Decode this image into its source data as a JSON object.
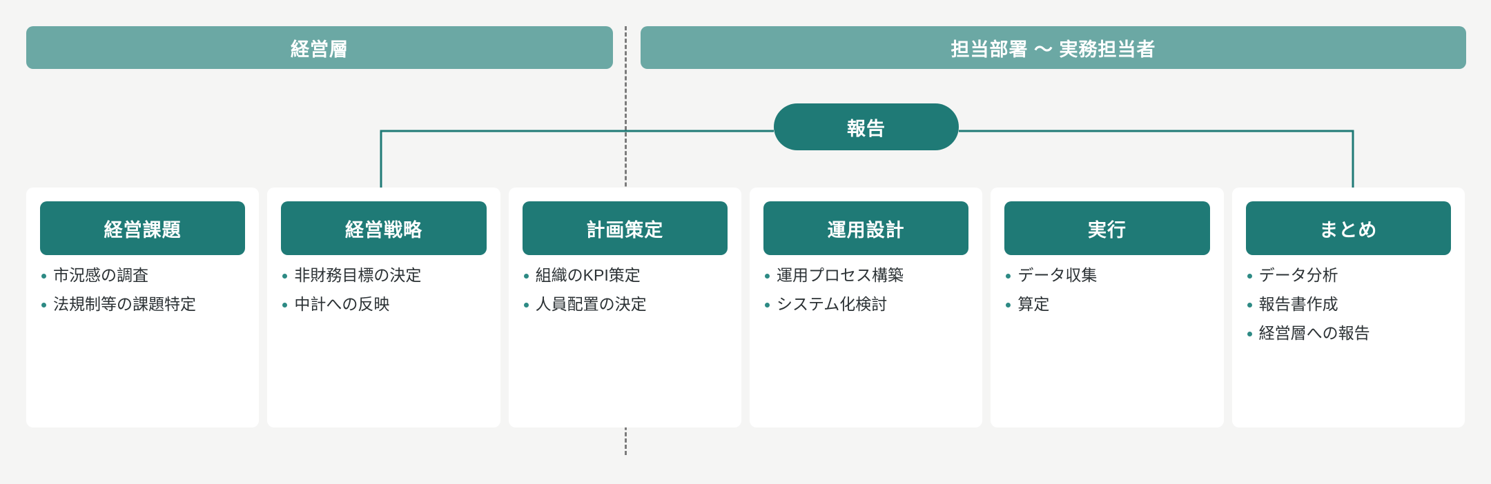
{
  "background_color": "#f5f5f4",
  "colors": {
    "lane_header_teal": "#6ba8a4",
    "card_header_teal": "#1f7a76",
    "pill_teal": "#1f7a76",
    "connector_line": "#1f7a76",
    "divider_dashed": "#7b7b7b",
    "bullet_dot": "#2d8a84",
    "card_background": "#ffffff",
    "body_text": "#2b3134"
  },
  "lanes": [
    {
      "id": "management",
      "label": "経営層"
    },
    {
      "id": "department",
      "label": "担当部署 〜 実務担当者"
    }
  ],
  "connector": {
    "label": "報告",
    "from_card_index": 1,
    "to_card_index": 5
  },
  "cards": [
    {
      "id": "keiei-kadai",
      "title": "経営課題",
      "bullets": [
        "市況感の調査",
        "法規制等の課題特定"
      ]
    },
    {
      "id": "keiei-senryaku",
      "title": "経営戦略",
      "bullets": [
        "非財務目標の決定",
        "中計への反映"
      ]
    },
    {
      "id": "keikaku-sakutei",
      "title": "計画策定",
      "bullets": [
        "組織のKPI策定",
        "人員配置の決定"
      ]
    },
    {
      "id": "unyo-sekkei",
      "title": "運用設計",
      "bullets": [
        "運用プロセス構築",
        "システム化検討"
      ]
    },
    {
      "id": "jikko",
      "title": "実行",
      "bullets": [
        "データ収集",
        "算定"
      ]
    },
    {
      "id": "matome",
      "title": "まとめ",
      "bullets": [
        "データ分析",
        "報告書作成",
        "経営層への報告"
      ]
    }
  ]
}
